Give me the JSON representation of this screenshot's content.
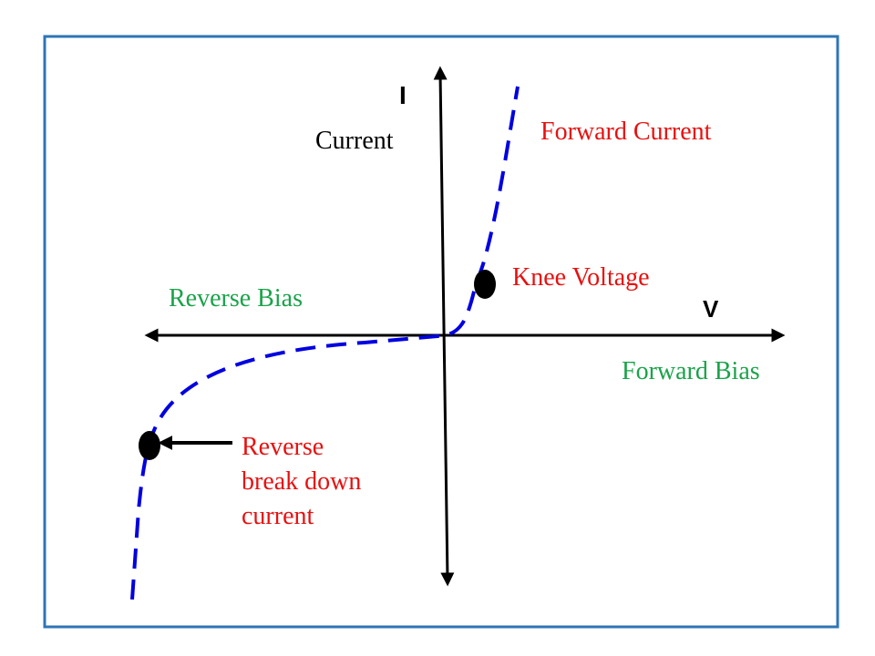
{
  "labels": {
    "y_axis_symbol": "I",
    "y_axis_label": "Current",
    "x_axis_symbol": "V",
    "forward_current": "Forward Current",
    "knee_voltage": "Knee Voltage",
    "reverse_bias": "Reverse Bias",
    "forward_bias": "Forward Bias",
    "reverse_breakdown": [
      "Reverse",
      "break down",
      "current"
    ]
  },
  "colors": {
    "frame": "#2e75b6",
    "axis": "#000000",
    "curve": "#0000e0",
    "red_text": "#e81010",
    "green_text": "#1aa34a",
    "marker": "#000000"
  }
}
